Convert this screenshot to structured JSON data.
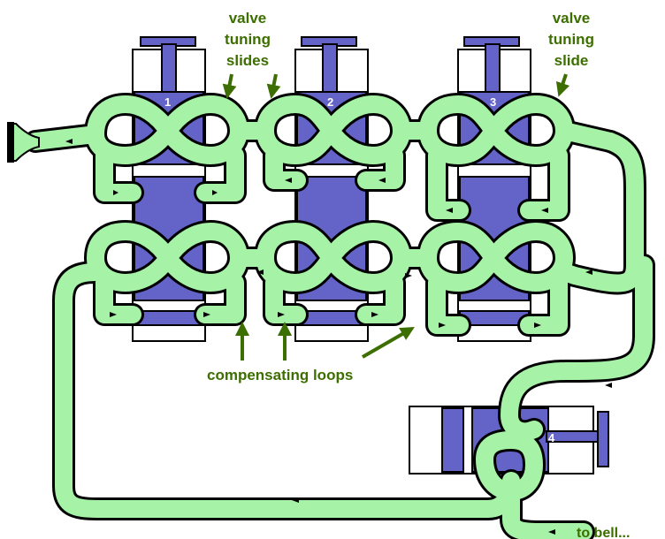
{
  "colors": {
    "tube_fill": "#a6f2a6",
    "tube_outline": "#000000",
    "valve_fill": "#6464c8",
    "valve_outline": "#000000",
    "label_color": "#3c6e00",
    "arrow_color": "#000000"
  },
  "valves": [
    {
      "number": "1"
    },
    {
      "number": "2"
    },
    {
      "number": "3"
    },
    {
      "number": "4"
    }
  ],
  "labels": {
    "valve_tuning_slides": [
      "valve",
      "tuning",
      "slides"
    ],
    "valve_tuning_slide": [
      "valve",
      "tuning",
      "slide"
    ],
    "compensating_loops": "compensating loops",
    "to_bell": "to bell..."
  },
  "icons": {
    "mouthpiece": "mouthpiece-icon",
    "flow_arrow": "flow-arrow-icon",
    "label_pointer": "pointer-arrow-icon"
  }
}
